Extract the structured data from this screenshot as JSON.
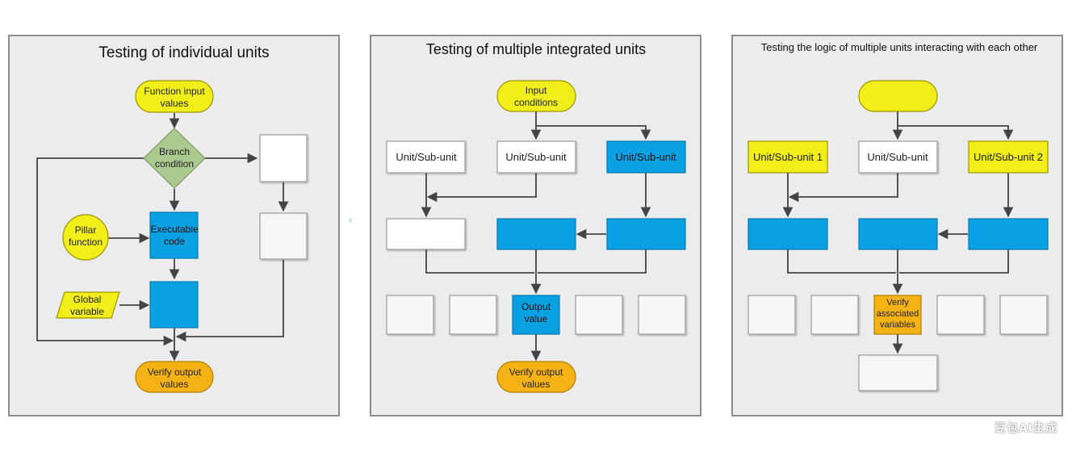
{
  "colors": {
    "panel_bg": "#ececec",
    "panel_border": "#8c8c8c",
    "yellow": "#f2ee1a",
    "orange": "#f5b214",
    "blue": "#0aa0e4",
    "green_diamond": "#a9c98f",
    "white_box": "#ffffff",
    "line": "#444444"
  },
  "panel1": {
    "title": "Testing of individual units",
    "start": "Function input\nvalues",
    "branch": "Branch\ncondition",
    "pillar": "Pillar\nfunction",
    "executable": "Executable\ncode",
    "global_var": "Global\nvariable",
    "end": "Verify output\nvalues"
  },
  "panel2": {
    "title": "Testing of multiple integrated units",
    "start": "Input\nconditions",
    "unit_left": "Unit/Sub-unit",
    "unit_mid": "Unit/Sub-unit",
    "unit_right": "Unit/Sub-unit",
    "output": "Output\nvalue",
    "end": "Verify output\nvalues"
  },
  "panel3": {
    "title": "Testing the logic of multiple units interacting with each other",
    "start": "",
    "unit_left": "Unit/Sub-unit 1",
    "unit_mid": "Unit/Sub-unit",
    "unit_right": "Unit/Sub-unit 2",
    "verify": "Verify\nassociated\nvariables"
  },
  "watermark": "豆包AI生成"
}
